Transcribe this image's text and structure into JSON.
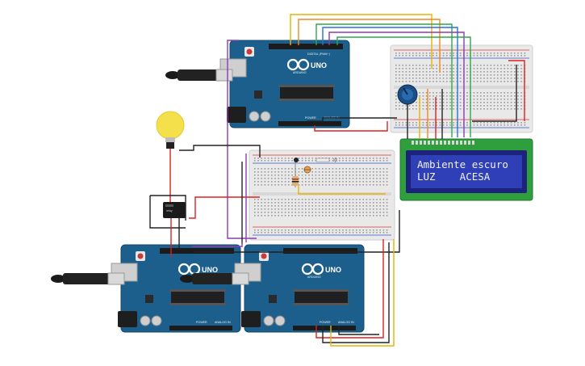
{
  "lcd": {
    "line1": "Ambiente escuro",
    "line2": "LUZ    ACESA"
  },
  "arduino": {
    "model": "UNO",
    "brand": "ARDUINO",
    "digital_header": "DIGITAL (PWM~)",
    "power_label": "POWER",
    "analog_label": "ANALOG IN"
  },
  "colors": {
    "board": "#1d5f8c",
    "lcd_screen": "#2e3fb8",
    "lcd_pcb": "#2f9e3c",
    "wire_red": "#e02020",
    "wire_black": "#222222",
    "wire_purple": "#8a3cb5",
    "wire_yellow": "#e6b400",
    "wire_orange": "#ef8a1c",
    "wire_green": "#2da84a",
    "wire_blue": "#2b6fd6",
    "bulb": "#f4e04a"
  }
}
